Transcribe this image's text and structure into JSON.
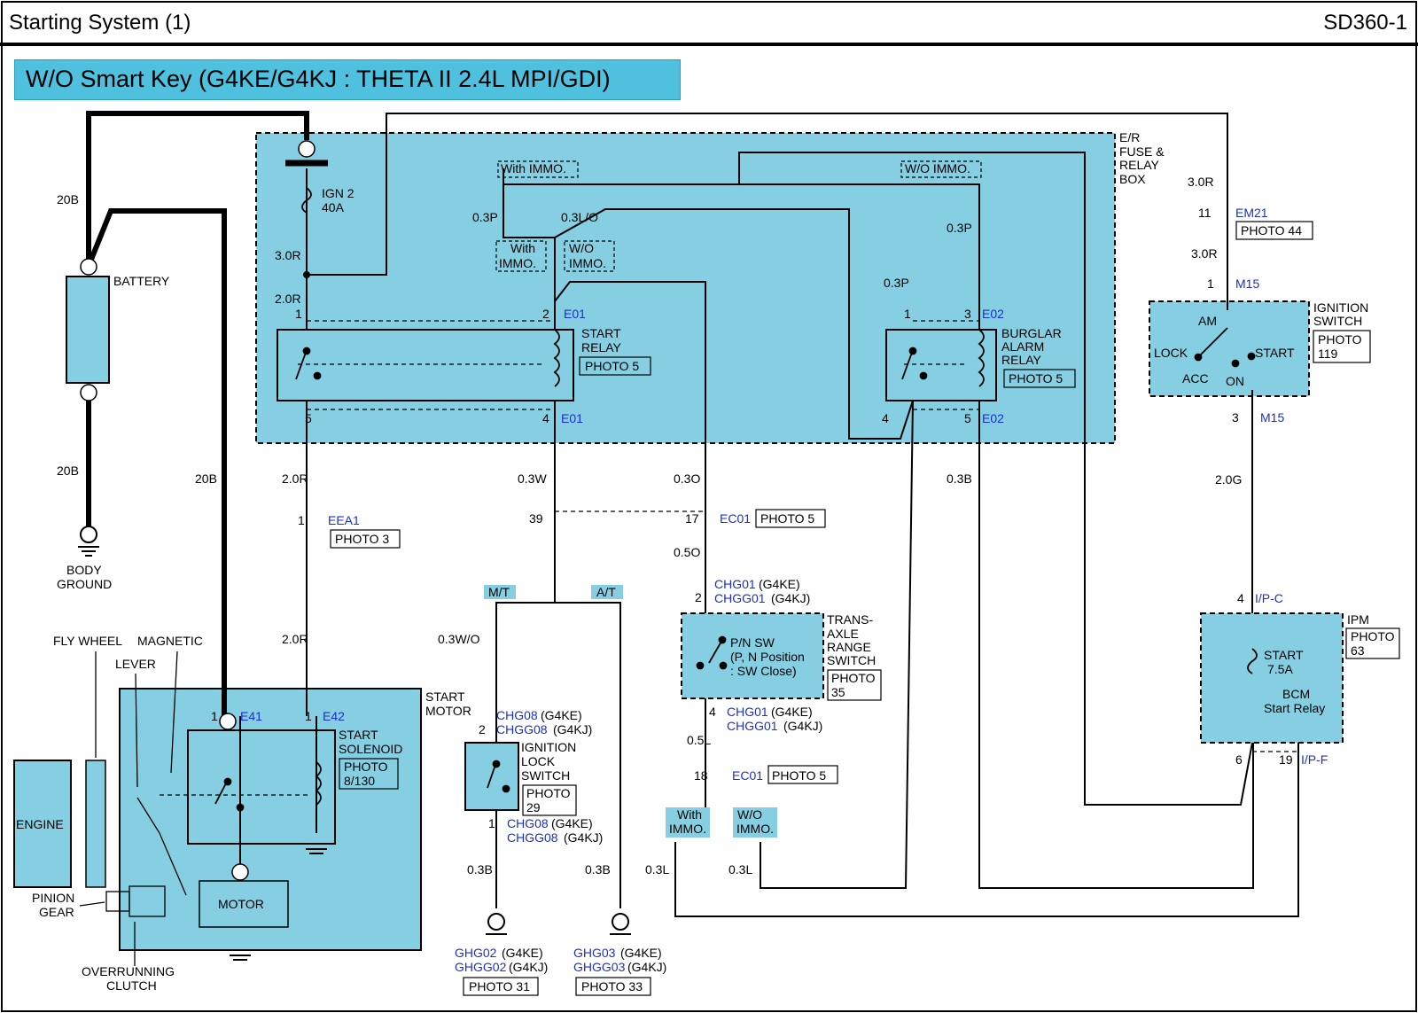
{
  "header": {
    "title": "Starting System (1)",
    "code": "SD360-1"
  },
  "subtitle": "W/O Smart Key (G4KE/G4KJ : THETA II 2.4L MPI/GDI)",
  "colors": {
    "component_fill": "#86cfe2",
    "connector_id": "#1a2fd0",
    "subtitle_fill": "#4fc0de"
  },
  "labels": {
    "battery": "BATTERY",
    "body_ground_1": "BODY",
    "body_ground_2": "GROUND",
    "wire_20b": "20B",
    "er_box_1": "E/R",
    "er_box_2": "FUSE &",
    "er_box_3": "RELAY",
    "er_box_4": "BOX",
    "ign2_1": "IGN 2",
    "ign2_2": "40A",
    "w_3_0r": "3.0R",
    "w_2_0r": "2.0R",
    "with_immo": "With IMMO.",
    "wo_immo": "W/O IMMO.",
    "with_1": "With",
    "immo": "IMMO.",
    "wo_1": "W/O",
    "w_0_3p": "0.3P",
    "w_0_3lo": "0.3L/O",
    "start_relay_1": "START",
    "start_relay_2": "RELAY",
    "photo_5": "PHOTO 5",
    "e01": "E01",
    "e02": "E02",
    "burglar_1": "BURGLAR",
    "burglar_2": "ALARM",
    "burglar_3": "RELAY",
    "pin_1": "1",
    "pin_2": "2",
    "pin_3": "3",
    "pin_4": "4",
    "pin_5": "5",
    "pin_6": "6",
    "pin_11": "11",
    "pin_17": "17",
    "pin_18": "18",
    "pin_19": "19",
    "pin_39": "39",
    "em21": "EM21",
    "photo_44": "PHOTO 44",
    "m15": "M15",
    "ign_sw_1": "IGNITION",
    "ign_sw_2": "SWITCH",
    "photo": "PHOTO",
    "p119": "119",
    "am": "AM",
    "lock": "LOCK",
    "acc": "ACC",
    "on": "ON",
    "start": "START",
    "w_2_0g": "2.0G",
    "ipc": "I/P-C",
    "ipf": "I/P-F",
    "ipm": "IPM",
    "p63": "63",
    "start_fuse_1": "START",
    "start_fuse_2": "7.5A",
    "bcm_1": "BCM",
    "bcm_2": "Start Relay",
    "w_0_3w": "0.3W",
    "w_0_3o": "0.3O",
    "w_0_3b": "0.3B",
    "eea1": "EEA1",
    "photo_3": "PHOTO 3",
    "ec01": "EC01",
    "w_0_5o": "0.5O",
    "mt": "M/T",
    "at": "A/T",
    "w_0_3wo": "0.3W/O",
    "chg01": "CHG01",
    "chgg01": "CHGG01",
    "g4ke": "(G4KE)",
    "g4kj": "(G4KJ)",
    "pn_1": "P/N SW",
    "pn_2": "(P, N Position",
    "pn_3": ": SW Close)",
    "trans_1": "TRANS-",
    "trans_2": "AXLE",
    "trans_3": "RANGE",
    "trans_4": "SWITCH",
    "p35": "35",
    "w_0_5l": "0.5L",
    "w_0_3l": "0.3L",
    "chg08": "CHG08",
    "chgg08": "CHGG08",
    "ign_lock_1": "IGNITION",
    "ign_lock_2": "LOCK",
    "ign_lock_3": "SWITCH",
    "p29": "29",
    "ghg02": "GHG02",
    "ghgg02": "GHGG02",
    "ghg03": "GHG03",
    "ghgg03": "GHGG03",
    "photo_31": "PHOTO 31",
    "photo_33": "PHOTO 33",
    "fly_wheel": "FLY WHEEL",
    "magnetic": "MAGNETIC",
    "lever": "LEVER",
    "start_motor_1": "START",
    "start_motor_2": "MOTOR",
    "e41": "E41",
    "e42": "E42",
    "solenoid_1": "START",
    "solenoid_2": "SOLENOID",
    "p8130": "8/130",
    "engine": "ENGINE",
    "pinion_1": "PINION",
    "pinion_2": "GEAR",
    "motor": "MOTOR",
    "overrun_1": "OVERRUNNING",
    "overrun_2": "CLUTCH"
  }
}
